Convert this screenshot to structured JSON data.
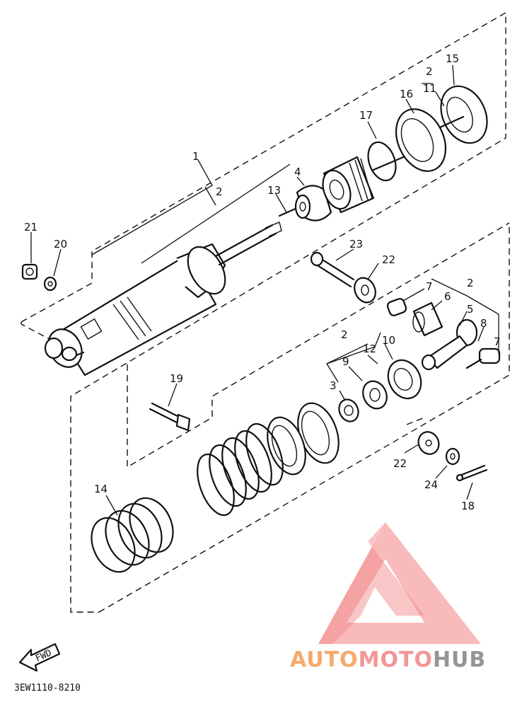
{
  "diagram": {
    "drawing_code": "3EW1110-8210",
    "fwd_label": "FWD",
    "callouts": [
      {
        "id": "c1",
        "label": "1"
      },
      {
        "id": "c2a",
        "label": "2"
      },
      {
        "id": "c2b",
        "label": "2"
      },
      {
        "id": "c2c",
        "label": "2"
      },
      {
        "id": "c2d",
        "label": "2"
      },
      {
        "id": "c3",
        "label": "3"
      },
      {
        "id": "c4",
        "label": "4"
      },
      {
        "id": "c5",
        "label": "5"
      },
      {
        "id": "c6",
        "label": "6"
      },
      {
        "id": "c7a",
        "label": "7"
      },
      {
        "id": "c7b",
        "label": "7"
      },
      {
        "id": "c8",
        "label": "8"
      },
      {
        "id": "c9",
        "label": "9"
      },
      {
        "id": "c10",
        "label": "10"
      },
      {
        "id": "c11",
        "label": "11"
      },
      {
        "id": "c12",
        "label": "12"
      },
      {
        "id": "c13",
        "label": "13"
      },
      {
        "id": "c14",
        "label": "14"
      },
      {
        "id": "c15",
        "label": "15"
      },
      {
        "id": "c16",
        "label": "16"
      },
      {
        "id": "c17",
        "label": "17"
      },
      {
        "id": "c18",
        "label": "18"
      },
      {
        "id": "c19",
        "label": "19"
      },
      {
        "id": "c20",
        "label": "20"
      },
      {
        "id": "c21",
        "label": "21"
      },
      {
        "id": "c22a",
        "label": "22"
      },
      {
        "id": "c22b",
        "label": "22"
      },
      {
        "id": "c23",
        "label": "23"
      },
      {
        "id": "c24",
        "label": "24"
      }
    ]
  },
  "watermark": {
    "word_part1": "AUTO",
    "word_part2": "MOTO",
    "word_part3": "HUB",
    "color_part1": "#f5a15a",
    "color_part2": "#f28b8b",
    "color_part3": "#8a8a8a"
  }
}
